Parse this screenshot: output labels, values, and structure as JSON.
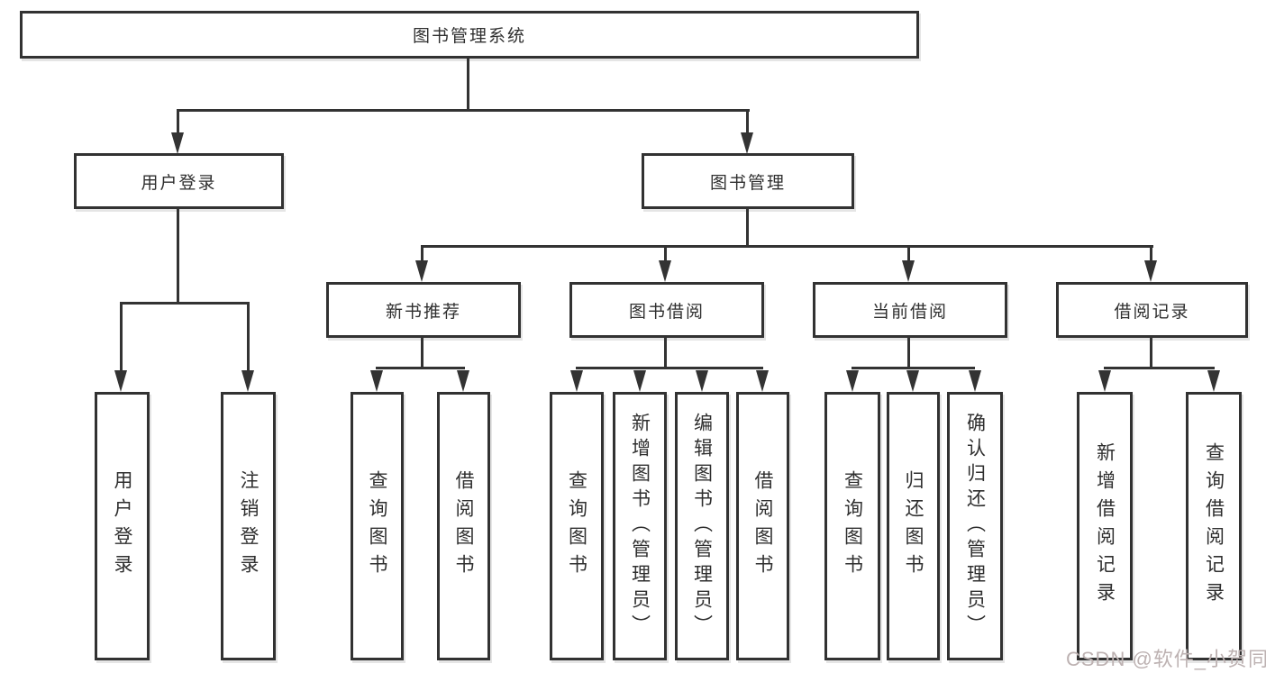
{
  "diagram": {
    "title_node": {
      "label": "图书管理系统"
    },
    "level2": [
      {
        "label": "用户登录"
      },
      {
        "label": "图书管理"
      }
    ],
    "level3": [
      {
        "label": "新书推荐"
      },
      {
        "label": "图书借阅"
      },
      {
        "label": "当前借阅"
      },
      {
        "label": "借阅记录"
      }
    ],
    "leaves": [
      {
        "label": "用户登录"
      },
      {
        "label": "注销登录"
      },
      {
        "label": "查询图书"
      },
      {
        "label": "借阅图书"
      },
      {
        "label": "查询图书"
      },
      {
        "label": "新增图书（管理员）"
      },
      {
        "label": "编辑图书（管理员）"
      },
      {
        "label": "借阅图书"
      },
      {
        "label": "查询图书"
      },
      {
        "label": "归还图书"
      },
      {
        "label": "确认归还（管理员）"
      },
      {
        "label": "新增借阅记录"
      },
      {
        "label": "查询借阅记录"
      }
    ]
  },
  "watermark": {
    "text": "CSDN @软件_小贺同学"
  },
  "colors": {
    "line": "#333333",
    "border": "#323232",
    "text": "#2f2f2f",
    "watermark": "#bdb2b2",
    "background": "#ffffff"
  }
}
